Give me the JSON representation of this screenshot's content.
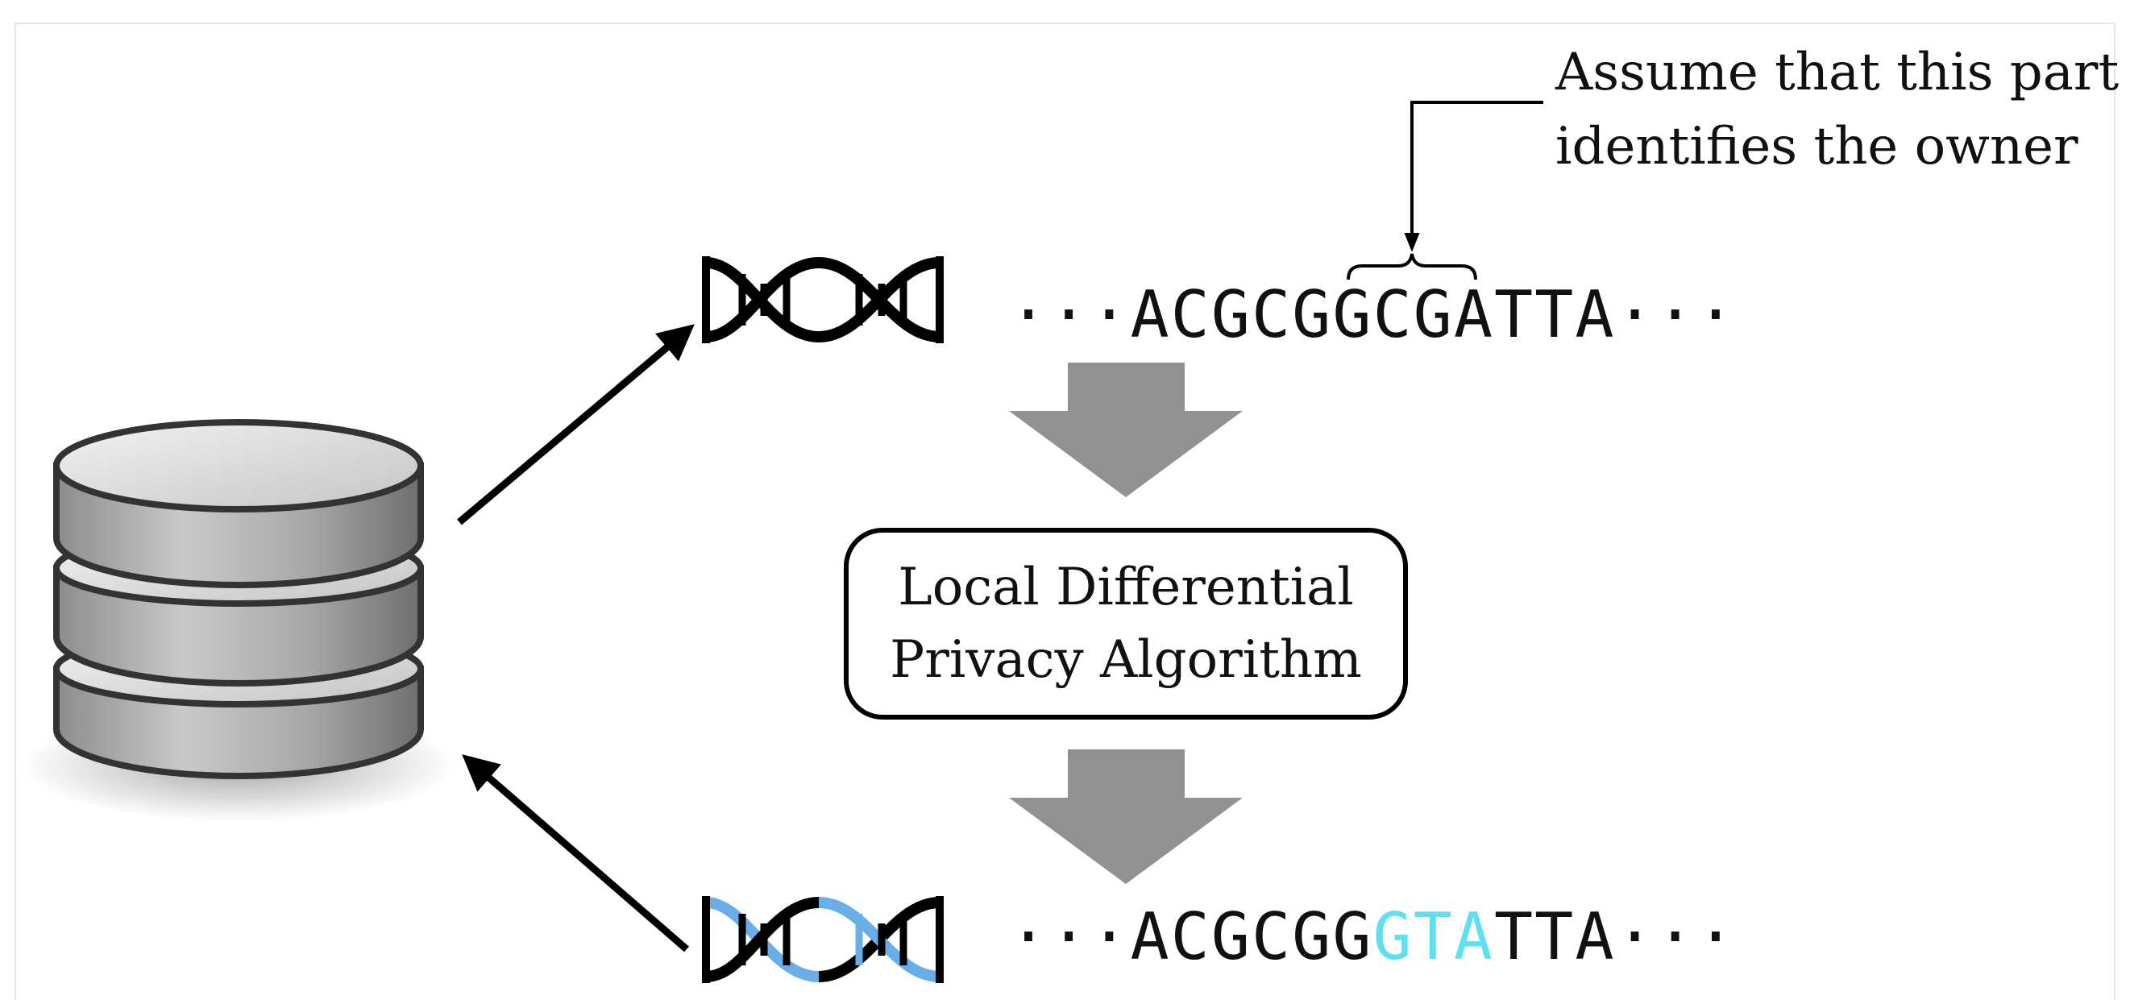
{
  "annotation": {
    "line1": "Assume that this part",
    "line2": "identifies the owner"
  },
  "algorithm_box": {
    "line1": "Local Differential",
    "line2": "Privacy Algorithm"
  },
  "original_sequence": {
    "prefix": "···",
    "head": "ACGCGG",
    "identifying": "CGA",
    "tail": "TTA",
    "suffix": "···"
  },
  "perturbed_sequence": {
    "prefix": "···",
    "head": "ACGCGG",
    "perturbed": "GTA",
    "tail": "TTA",
    "suffix": "···"
  },
  "icons": {
    "database": "database-icon",
    "dna_original": "dna-icon",
    "dna_perturbed": "dna-perturbed-icon"
  },
  "colors": {
    "highlight": "#5fe0f0",
    "dna_perturbed_strand": "#6aaee8",
    "block_arrow": "#919191",
    "stroke": "#000000"
  }
}
